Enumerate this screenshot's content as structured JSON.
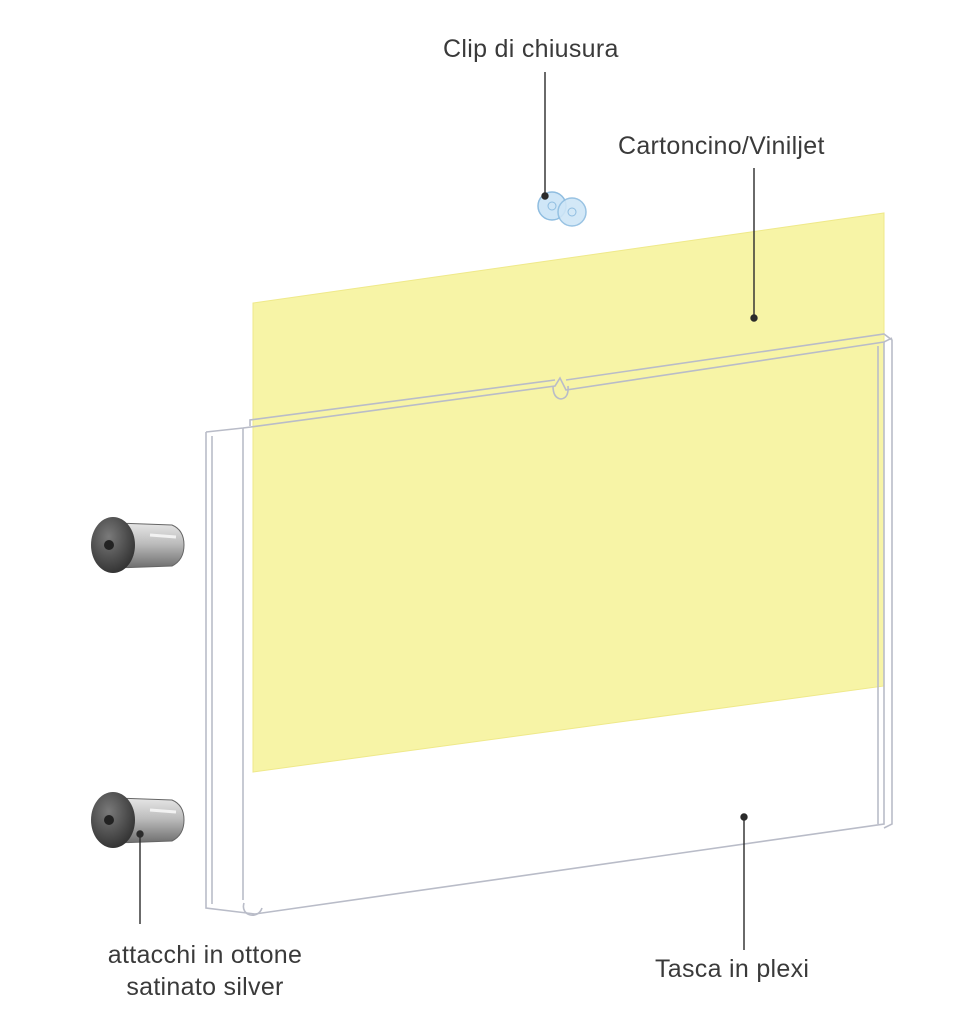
{
  "labels": {
    "clip": "Clip di chiusura",
    "card": "Cartoncino/Viniljet",
    "pocket": "Tasca in plexi",
    "attach_line1": "attacchi in ottone",
    "attach_line2": "satinato silver"
  },
  "colors": {
    "card": "#f7f4a6",
    "pocket_edge": "#b9bcc8",
    "leader": "#2b2b2b",
    "clip": "#bcdcf2",
    "fixing_body": "#9a9a9a",
    "fixing_cap": "#4a4a4a"
  }
}
